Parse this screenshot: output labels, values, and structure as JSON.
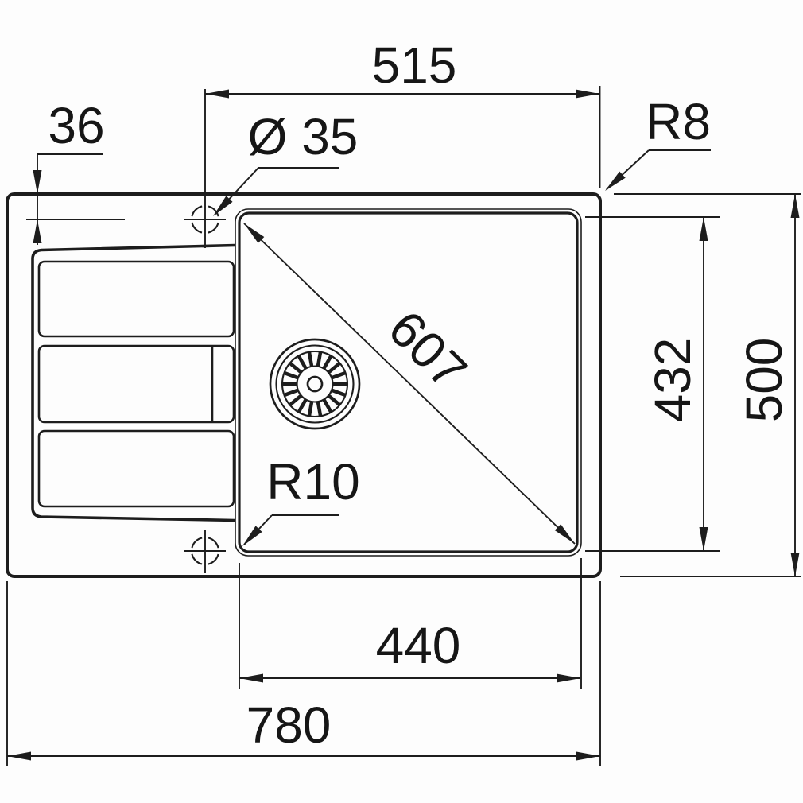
{
  "drawing": {
    "type": "kitchen-sink-technical-drawing",
    "background_color": "#fdfdfd",
    "line_color": "#1d1d1d",
    "dimensions": {
      "faucet_to_right_edge": "515",
      "top_rim_offset": "36",
      "faucet_hole_diameter": "Ø 35",
      "outer_corner_radius": "R8",
      "bowl_diagonal": "607",
      "bowl_depth_front_back": "432",
      "overall_depth": "500",
      "bowl_corner_radius": "R10",
      "bowl_width": "440",
      "overall_width": "780"
    }
  }
}
